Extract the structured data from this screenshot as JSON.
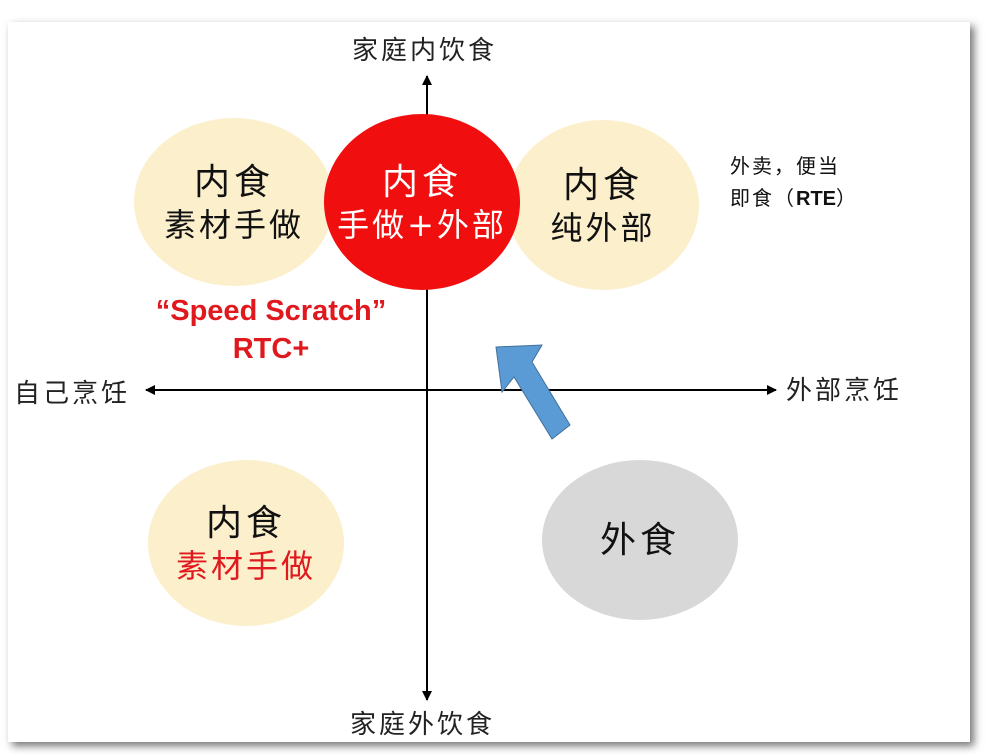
{
  "axes": {
    "top": "家庭内饮食",
    "bottom": "家庭外饮食",
    "left": "自己烹饪",
    "right": "外部烹饪"
  },
  "quadrants": {
    "top_left": {
      "line1": "内食",
      "line2": "素材手做"
    },
    "top_center": {
      "line1": "内食",
      "line2": "手做+外部"
    },
    "top_right": {
      "line1": "内食",
      "line2": "纯外部"
    },
    "bottom_left": {
      "line1": "内食",
      "line2": "素材手做"
    },
    "bottom_right": {
      "line1": "外食"
    }
  },
  "note": {
    "line1": "外卖，便当",
    "line2_prefix": "即食（",
    "line2_bold": "RTE",
    "line2_suffix": "）"
  },
  "speed": {
    "line1": "“Speed Scratch”",
    "line2": "RTC+"
  },
  "colors": {
    "cream": "#fcefcc",
    "red": "#f10e0e",
    "grey": "#d8d8d8",
    "arrow": "#5b9bd5",
    "accent_text": "#e0191f"
  }
}
